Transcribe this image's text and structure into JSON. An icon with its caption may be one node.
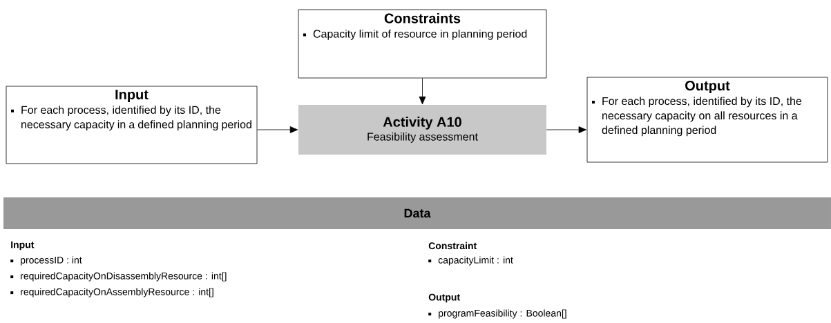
{
  "diagram": {
    "nodes": [
      {
        "text": [
          "Constraints",
          "Capacity limit of resource in planning period"
        ]
      },
      {
        "text": [
          "Input",
          "For each process, identified by its ID, the necessary capacity in a defined planning period"
        ]
      },
      {
        "text": [
          "Activity A10",
          "Feasibility assessment"
        ]
      },
      {
        "text": [
          "Output",
          "For each process, identified by its ID, the necessary capacity on all resources in a defined planning period"
        ]
      },
      {
        "text": [
          "Data"
        ]
      }
    ],
    "edges": [
      {
        "from": 0,
        "to": 2,
        "arrow": "to"
      },
      {
        "from": 1,
        "to": 2,
        "arrow": "to"
      },
      {
        "from": 2,
        "to": 3,
        "arrow": "to"
      }
    ],
    "labels": [
      "Input",
      "processID : int",
      "requiredCapacityOnDisassemblyResource : int[]",
      "requiredCapacityOnAssemblyResource : int[]",
      "Constraint",
      "capacityLimit : int",
      "Output",
      "programFeasibility : Boolean[]"
    ]
  }
}
